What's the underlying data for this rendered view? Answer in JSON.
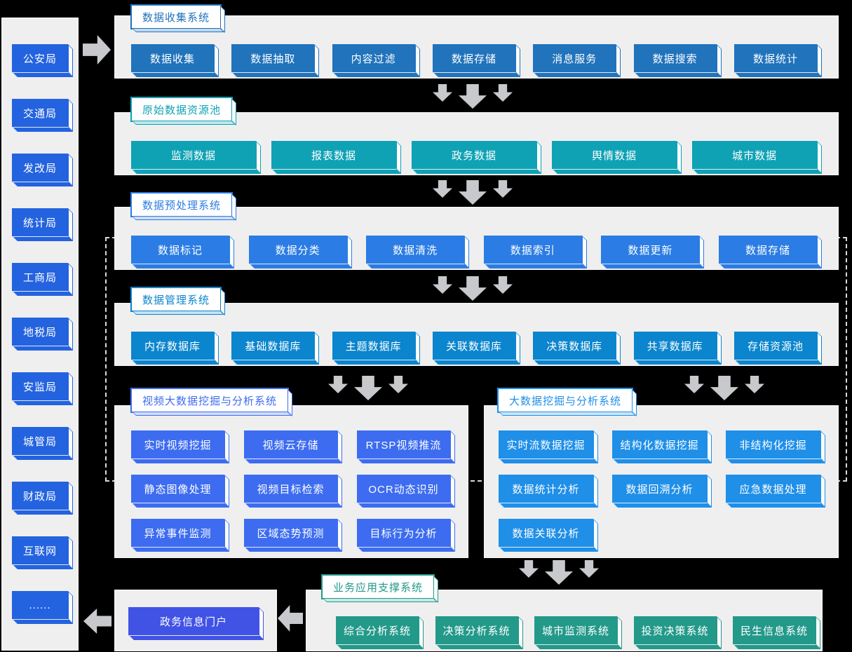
{
  "colors": {
    "background": "#000000",
    "panel": "#efeff0",
    "arrow": "#c8c9cc",
    "sidebar_accent": "#2463df",
    "collect_accent": "#2173bc",
    "raw_accent": "#0fa2b5",
    "preprocess_accent": "#2b7ce4",
    "manage_accent": "#0b85cd",
    "video_accent": "#3d6cf0",
    "mining_accent": "#1f8fe8",
    "apps_accent": "#23998a",
    "portal_accent": "#4153e5"
  },
  "sidebar": {
    "items": [
      "公安局",
      "交通局",
      "发改局",
      "统计局",
      "工商局",
      "地税局",
      "安监局",
      "城管局",
      "财政局",
      "互联网",
      "......"
    ]
  },
  "sections": {
    "collect": {
      "title": "数据收集系统",
      "items": [
        "数据收集",
        "数据抽取",
        "内容过滤",
        "数据存储",
        "消息服务",
        "数据搜索",
        "数据统计"
      ]
    },
    "raw": {
      "title": "原始数据资源池",
      "items": [
        "监测数据",
        "报表数据",
        "政务数据",
        "舆情数据",
        "城市数据"
      ]
    },
    "preprocess": {
      "title": "数据预处理系统",
      "items": [
        "数据标记",
        "数据分类",
        "数据清洗",
        "数据索引",
        "数据更新",
        "数据存储"
      ]
    },
    "manage": {
      "title": "数据管理系统",
      "items": [
        "内存数据库",
        "基础数据库",
        "主题数据库",
        "关联数据库",
        "决策数据库",
        "共享数据库",
        "存储资源池"
      ]
    },
    "video": {
      "title": "视频大数据挖掘与分析系统",
      "items": [
        "实时视频挖掘",
        "视频云存储",
        "RTSP视频推流",
        "静态图像处理",
        "视频目标检索",
        "OCR动态识别",
        "异常事件监测",
        "区域态势预测",
        "目标行为分析"
      ]
    },
    "mining": {
      "title": "大数据挖掘与分析系统",
      "items": [
        "实时流数据挖掘",
        "结构化数据挖掘",
        "非结构化挖掘",
        "数据统计分析",
        "数据回溯分析",
        "应急数据处理",
        "数据关联分析"
      ]
    },
    "apps": {
      "title": "业务应用支撑系统",
      "items": [
        "综合分析系统",
        "决策分析系统",
        "城市监测系统",
        "投资决策系统",
        "民生信息系统"
      ]
    }
  },
  "portal": {
    "label": "政务信息门户"
  }
}
